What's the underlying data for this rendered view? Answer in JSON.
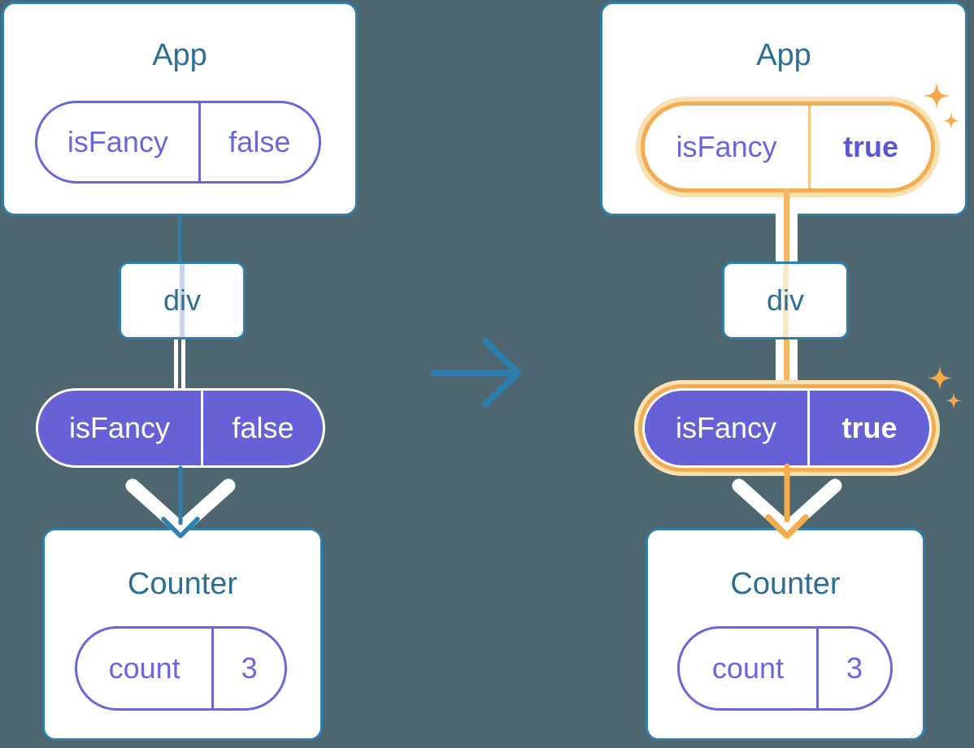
{
  "diagram": {
    "before": {
      "app": {
        "title": "App",
        "prop_name": "isFancy",
        "prop_value": "false"
      },
      "div_label": "div",
      "passed_prop_name": "isFancy",
      "passed_prop_value": "false",
      "counter": {
        "title": "Counter",
        "state_name": "count",
        "state_value": "3"
      }
    },
    "after": {
      "app": {
        "title": "App",
        "prop_name": "isFancy",
        "prop_value": "true"
      },
      "div_label": "div",
      "passed_prop_name": "isFancy",
      "passed_prop_value": "true",
      "counter": {
        "title": "Counter",
        "state_name": "count",
        "state_value": "3"
      }
    },
    "colors": {
      "background": "#4D6670",
      "card_border": "#2F7EAC",
      "title_text": "#2D6E96",
      "purple_stroke": "#6A66DC",
      "purple_fill": "#6761D7",
      "highlight_orange": "#F4AC52",
      "highlight_halo": "#FBE0B2",
      "highlight_bold_text": "#5A57D6",
      "arrow_teal": "#2E7FAE",
      "sparkle_orange": "#F5A94B"
    }
  }
}
